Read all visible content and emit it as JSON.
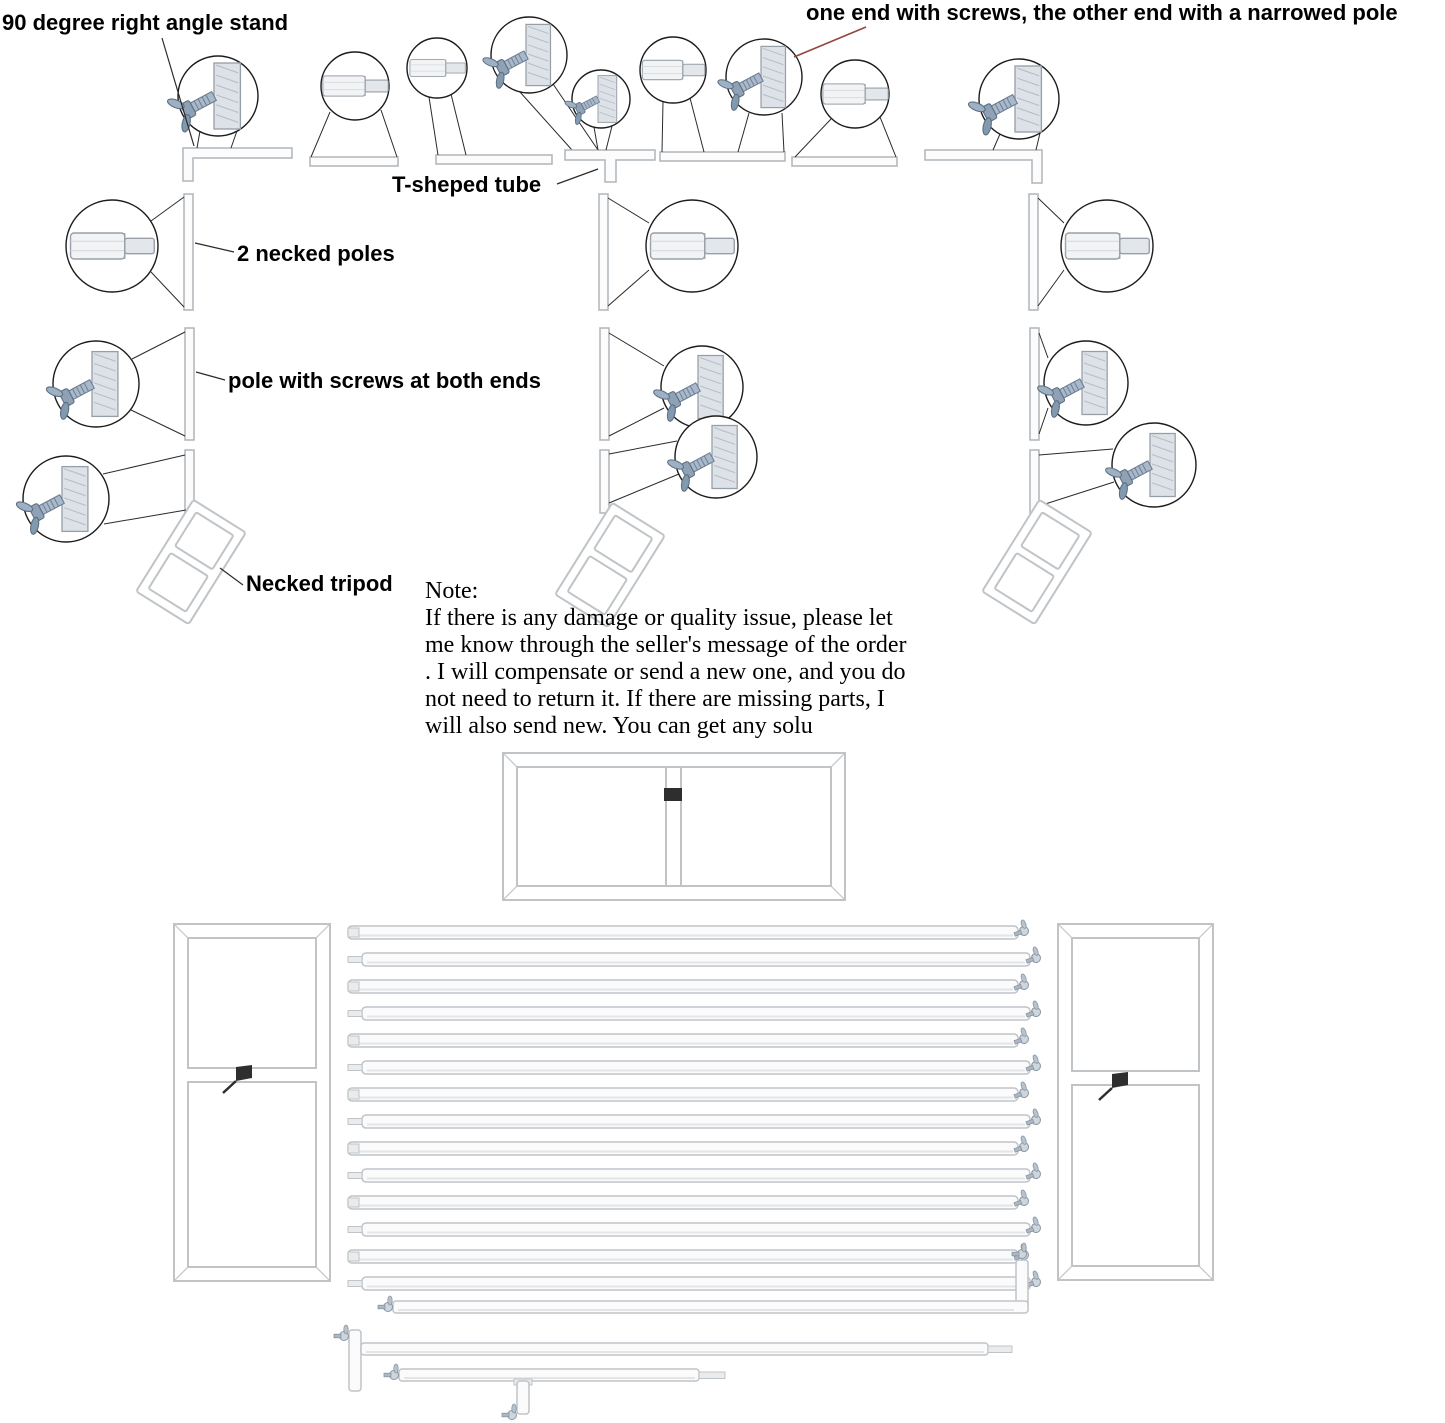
{
  "labels": {
    "right_angle_stand": "90 degree right angle stand",
    "one_end_screws": "one end with screws, the other end with a narrowed pole",
    "t_shaped_tube": "T-sheped tube",
    "necked_poles": "2 necked poles",
    "pole_with_screws": "pole with screws at both ends",
    "necked_tripod": "Necked tripod"
  },
  "note": {
    "title": "Note:",
    "body": "If there is any damage or quality issue, please let\nme know through the seller's message of the order\n. I will compensate or send a new one, and you do\n not need to return it. If there are missing parts, I\n will also send new. You can get any solu"
  },
  "colors": {
    "background": "#ffffff",
    "line_art": "#aeb5bb",
    "callout_stroke": "#1c1c1c",
    "screw_metal": "#9cb0c4",
    "leader_red": "#93453f",
    "text": "#000000"
  },
  "icons": {
    "callout_screw": "wing-bolt-magnifier-icon",
    "callout_neck": "necked-pole-magnifier-icon"
  }
}
